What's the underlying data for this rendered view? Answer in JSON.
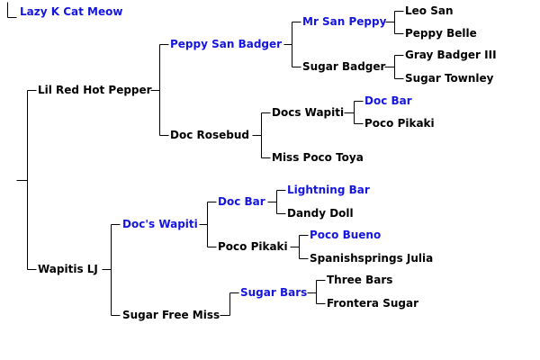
{
  "colors": {
    "linked": "#1515e0",
    "plain": "#000000",
    "line": "#000000"
  },
  "subject": {
    "name": "Lazy K Cat Meow",
    "linked": true
  },
  "pedigree": {
    "sire": {
      "name": "Lil Red Hot Pepper",
      "linked": false,
      "sire": {
        "name": "Peppy San Badger",
        "linked": true,
        "sire": {
          "name": "Mr San Peppy",
          "linked": true,
          "sire": {
            "name": "Leo San",
            "linked": false
          },
          "dam": {
            "name": "Peppy Belle",
            "linked": false
          }
        },
        "dam": {
          "name": "Sugar Badger",
          "linked": false,
          "sire": {
            "name": "Gray Badger III",
            "linked": false
          },
          "dam": {
            "name": "Sugar Townley",
            "linked": false
          }
        }
      },
      "dam": {
        "name": "Doc Rosebud",
        "linked": false,
        "sire": {
          "name": "Docs Wapiti",
          "linked": false,
          "sire": {
            "name": "Doc Bar",
            "linked": true
          },
          "dam": {
            "name": "Poco Pikaki",
            "linked": false
          }
        },
        "dam": {
          "name": "Miss Poco Toya",
          "linked": false
        }
      }
    },
    "dam": {
      "name": "Wapitis LJ",
      "linked": false,
      "sire": {
        "name": "Doc's Wapiti",
        "linked": true,
        "sire": {
          "name": "Doc Bar",
          "linked": true,
          "sire": {
            "name": "Lightning Bar",
            "linked": true
          },
          "dam": {
            "name": "Dandy Doll",
            "linked": false
          }
        },
        "dam": {
          "name": "Poco Pikaki",
          "linked": false,
          "sire": {
            "name": "Poco Bueno",
            "linked": true
          },
          "dam": {
            "name": "Spanishsprings Julia",
            "linked": false
          }
        }
      },
      "dam": {
        "name": "Sugar Free Miss",
        "linked": false,
        "sire": {
          "name": "Sugar Bars",
          "linked": true,
          "sire": {
            "name": "Three Bars",
            "linked": false
          },
          "dam": {
            "name": "Frontera Sugar",
            "linked": false
          }
        }
      }
    }
  }
}
